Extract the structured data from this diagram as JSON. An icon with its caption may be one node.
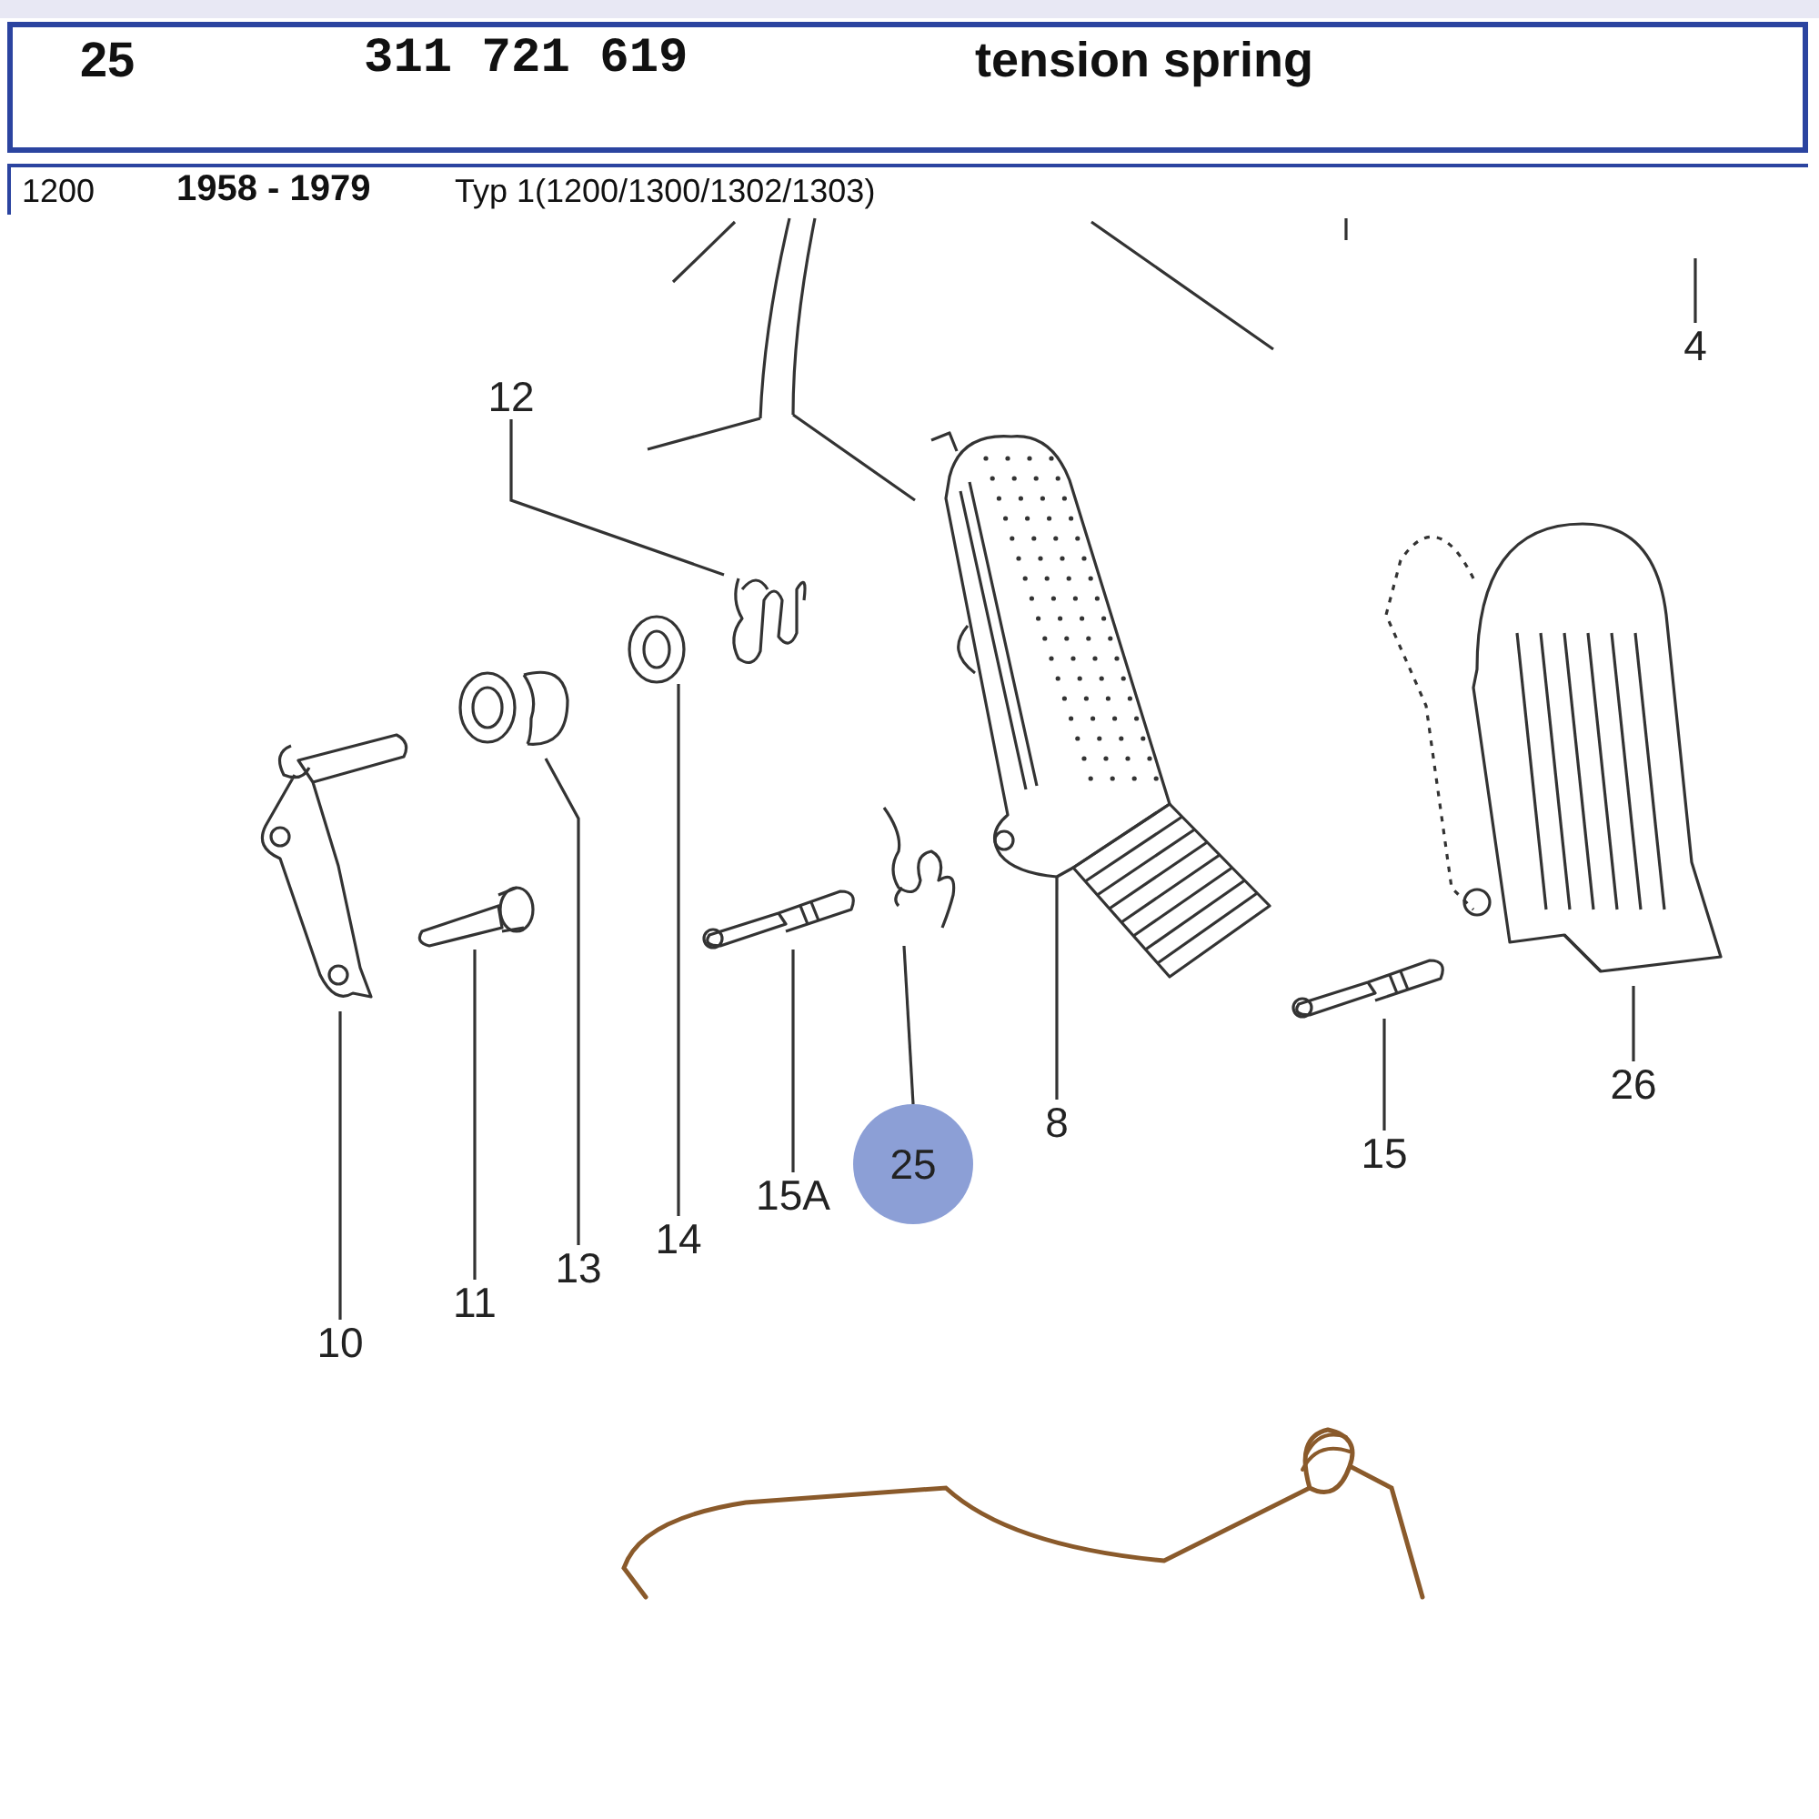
{
  "diagram": {
    "nodes": [
      {
        "text": [
          "12"
        ]
      },
      {
        "text": [],
        "shape": "picture"
      },
      {
        "text": [
          "13"
        ]
      },
      {
        "text": [],
        "shape": "picture"
      },
      {
        "text": [
          "14"
        ]
      },
      {
        "text": [],
        "shape": "picture"
      },
      {
        "text": [
          "10"
        ]
      },
      {
        "text": [],
        "shape": "picture"
      },
      {
        "text": [
          "11"
        ]
      },
      {
        "text": [],
        "shape": "picture"
      },
      {
        "text": [
          "15A"
        ]
      },
      {
        "text": [],
        "shape": "picture"
      },
      {
        "text": [
          "25"
        ]
      },
      {
        "text": [],
        "shape": "picture"
      },
      {
        "text": [
          "8"
        ]
      },
      {
        "text": [],
        "shape": "picture"
      },
      {
        "text": [
          "15"
        ]
      },
      {
        "text": [],
        "shape": "picture"
      },
      {
        "text": [
          "26"
        ]
      },
      {
        "text": [],
        "shape": "picture"
      },
      {
        "text": [
          "4"
        ]
      }
    ],
    "edges": [
      {
        "from": 0,
        "to": 1,
        "arrow": "none"
      },
      {
        "from": 2,
        "to": 3,
        "arrow": "none"
      },
      {
        "from": 4,
        "to": 5,
        "arrow": "none"
      },
      {
        "from": 6,
        "to": 7,
        "arrow": "none"
      },
      {
        "from": 8,
        "to": 9,
        "arrow": "none"
      },
      {
        "from": 10,
        "to": 11,
        "arrow": "none"
      },
      {
        "from": 12,
        "to": 13,
        "arrow": "none"
      },
      {
        "from": 14,
        "to": 15,
        "arrow": "none"
      },
      {
        "from": 16,
        "to": 17,
        "arrow": "none"
      },
      {
        "from": 18,
        "to": 19,
        "arrow": "none"
      },
      {
        "from": 20,
        "to": null,
        "arrow": "none"
      }
    ],
    "labels": [
      "25",
      "311 721 619",
      "tension spring",
      "1200",
      "1958 - 1979",
      "Typ 1(1200/1300/1302/1303)"
    ]
  }
}
